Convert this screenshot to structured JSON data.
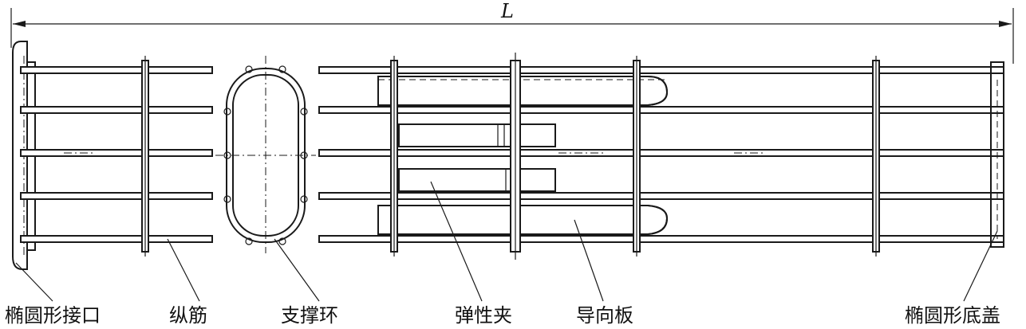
{
  "dimension": {
    "label": "L"
  },
  "labels": {
    "ellipse_interface": "椭圆形接口",
    "longitudinal_rib": "纵筋",
    "support_ring": "支撑环",
    "spring_clip": "弹性夹",
    "guide_plate": "导向板",
    "ellipse_bottom_cover": "椭圆形底盖"
  }
}
